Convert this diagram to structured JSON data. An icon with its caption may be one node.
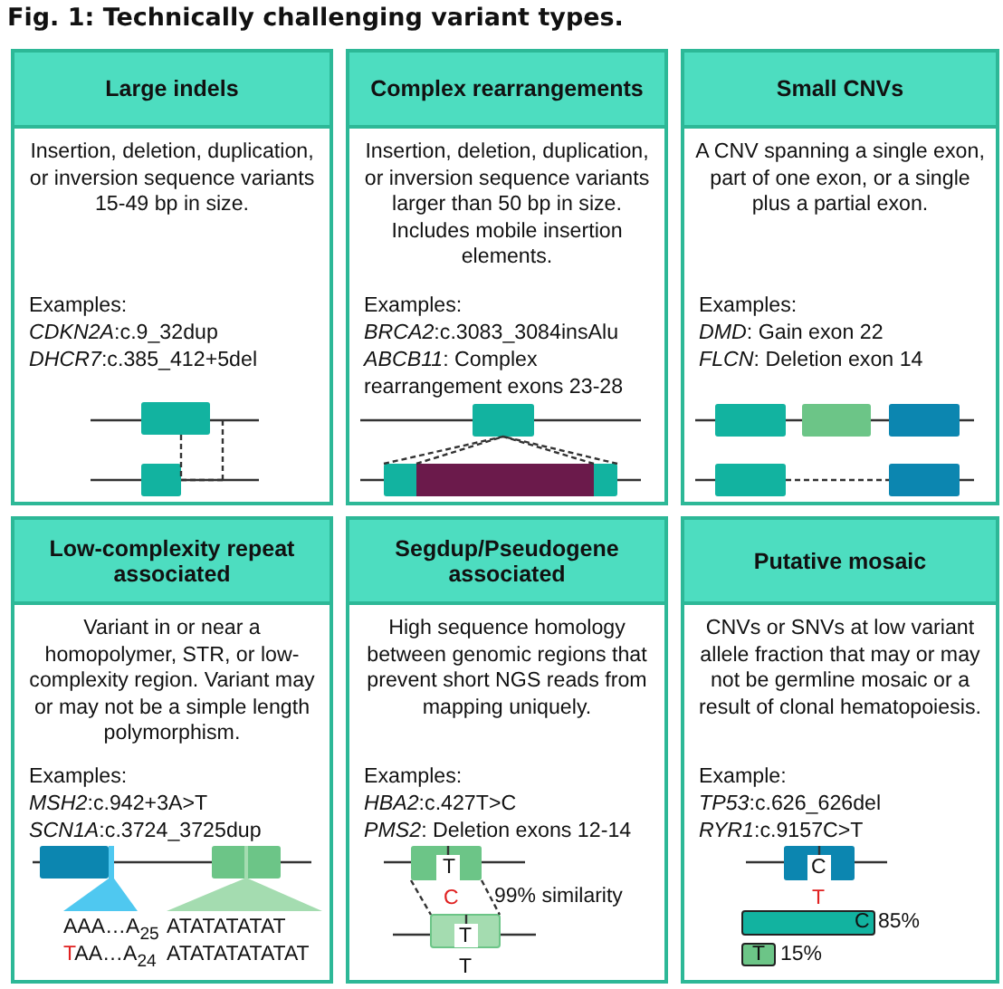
{
  "diagram": {
    "title": "Fig. 1: Technically challenging variant types.",
    "nodes": [
      {
        "text": [
          "Large indels",
          "Insertion, deletion, duplication, or inversion sequence variants 15-49 bp in size.",
          "Examples:",
          "*CDKN2A*:c.9_32dup",
          "*DHCR7*:c.385_412+5del"
        ]
      },
      {
        "text": [
          "Complex rearrangements",
          "Insertion, deletion, duplication, or inversion sequence variants larger than 50 bp in size. Includes mobile insertion elements.",
          "Examples:",
          "*BRCA2*:c.3083_3084insAlu",
          "*ABCB11*: Complex rearrangement exons 23-28"
        ]
      },
      {
        "text": [
          "Small CNVs",
          "A CNV spanning a single exon, part of one exon, or a single plus a partial exon.",
          "Examples:",
          "*DMD*: Gain exon 22",
          "*FLCN*: Deletion exon 14"
        ]
      },
      {
        "text": [
          "Low-complexity repeat associated",
          "Variant in or near a homopolymer, STR, or low-complexity region. Variant may or may not be a simple length polymorphism.",
          "Examples:",
          "*MSH2*:c.942+3A>T",
          "*SCN1A*:c.3724_3725dup"
        ]
      },
      {
        "text": [
          "Segdup/Pseudogene associated",
          "High sequence homology between genomic regions that prevent short NGS reads from mapping uniquely.",
          "Examples:",
          "*HBA2*:c.427T>C",
          "*PMS2*: Deletion exons 12-14"
        ]
      },
      {
        "text": [
          "Putative mosaic",
          "CNVs or SNVs at low variant allele fraction that may or may not be germline mosaic or a result of clonal hematopoiesis.",
          "Example:",
          "*TP53*:c.626_626del",
          "*RYR1*:c.9157C>T"
        ]
      }
    ],
    "labels": [
      "AAA…A$_{25}$",
      "ATATATATAT",
      "TAA…A$_{24}$",
      "ATATATATATAT",
      "T",
      "C",
      "99% similarity",
      "T",
      "T",
      "C",
      "T",
      "C",
      "85%",
      "T",
      "15%"
    ]
  }
}
